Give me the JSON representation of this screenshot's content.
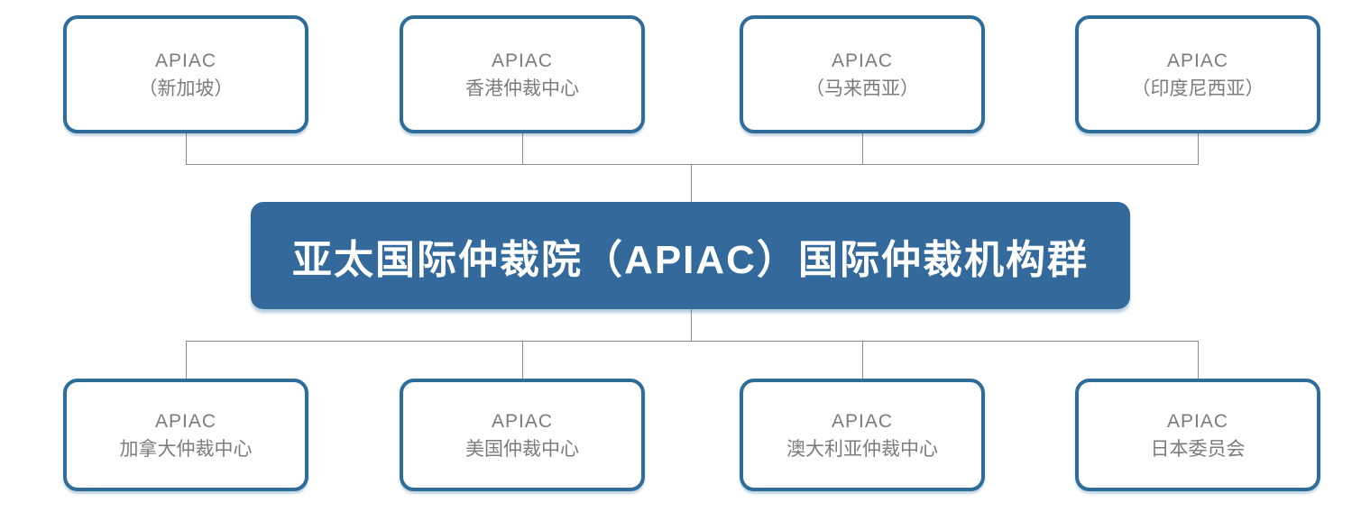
{
  "colors": {
    "background": "#ffffff",
    "accent_blue": "#2e6c99",
    "center_fill": "#346a9b",
    "center_text": "#ffffff",
    "box_text_gray": "#7c7c7c",
    "connector_gray": "#8c8c8c"
  },
  "center": {
    "title": "亚太国际仲裁院（APIAC）国际仲裁机构群"
  },
  "top_row": [
    {
      "line1": "APIAC",
      "line2": "（新加坡）"
    },
    {
      "line1": "APIAC",
      "line2": "香港仲裁中心"
    },
    {
      "line1": "APIAC",
      "line2": "（马来西亚）"
    },
    {
      "line1": "APIAC",
      "line2": "（印度尼西亚）"
    }
  ],
  "bottom_row": [
    {
      "line1": "APIAC",
      "line2": "加拿大仲裁中心"
    },
    {
      "line1": "APIAC",
      "line2": "美国仲裁中心"
    },
    {
      "line1": "APIAC",
      "line2": "澳大利亚仲裁中心"
    },
    {
      "line1": "APIAC",
      "line2": "日本委员会"
    }
  ]
}
